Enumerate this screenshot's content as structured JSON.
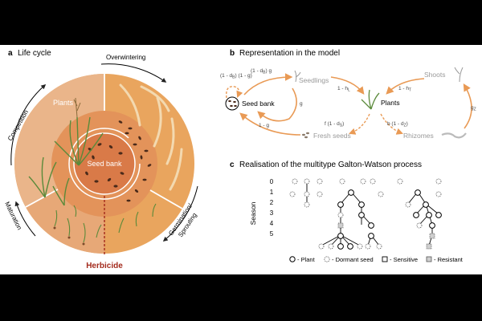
{
  "panel_a": {
    "letter": "a",
    "title": "Life cycle",
    "stages": {
      "overwintering": "Overwintering",
      "competition": "Competition",
      "germination": "Germination/",
      "sprouting": "Sprouting",
      "maturation": "Maturation"
    },
    "plants": "Plants",
    "seed_bank": "Seed bank",
    "herbicide": "Herbicide",
    "colors": {
      "outer": "#e9a55e",
      "mid": "#e3935a",
      "inner": "#d97a48",
      "herbicide": "#a32a1c"
    }
  },
  "panel_b": {
    "letter": "b",
    "title": "Representation in the model",
    "nodes": {
      "seed_bank": "Seed bank",
      "seedlings": "Seedlings",
      "plants": "Plants",
      "shoots": "Shoots",
      "fresh_seeds": "Fresh seeds",
      "rhizomes": "Rhizomes"
    },
    "rates": {
      "sb_loop": "(1 - d",
      "sb_loop_sub": "B",
      "sb_loop_tail": ") (1 - g)",
      "sb_to_seedlings": "(1 - d",
      "sb_to_seedlings_sub": "B",
      "sb_to_seedlings_tail": ") g",
      "g": "g",
      "one_minus_g": "1 - g",
      "hL": "1 - h",
      "hL_sub": "L",
      "hT": "1 - h",
      "hT_sub": "T",
      "gZ": "g",
      "gZ_sub": "Z",
      "fS": "f (1 - d",
      "fS_sub": "S",
      "fS_tail": ")",
      "bZ": "b (1 - d",
      "bZ_sub": "Z",
      "bZ_tail": ")"
    },
    "colors": {
      "arrow": "#e99a55",
      "dim": "#9a9a9a"
    }
  },
  "panel_c": {
    "letter": "c",
    "title": "Realisation of the multitype Galton-Watson process",
    "axis_label": "Season",
    "seasons": [
      "0",
      "1",
      "2",
      "3",
      "4",
      "5"
    ],
    "legend": {
      "plant": "- Plant",
      "dormant": "- Dormant seed",
      "sensitive": "- Sensitive",
      "resistant": "- Resistant"
    }
  }
}
